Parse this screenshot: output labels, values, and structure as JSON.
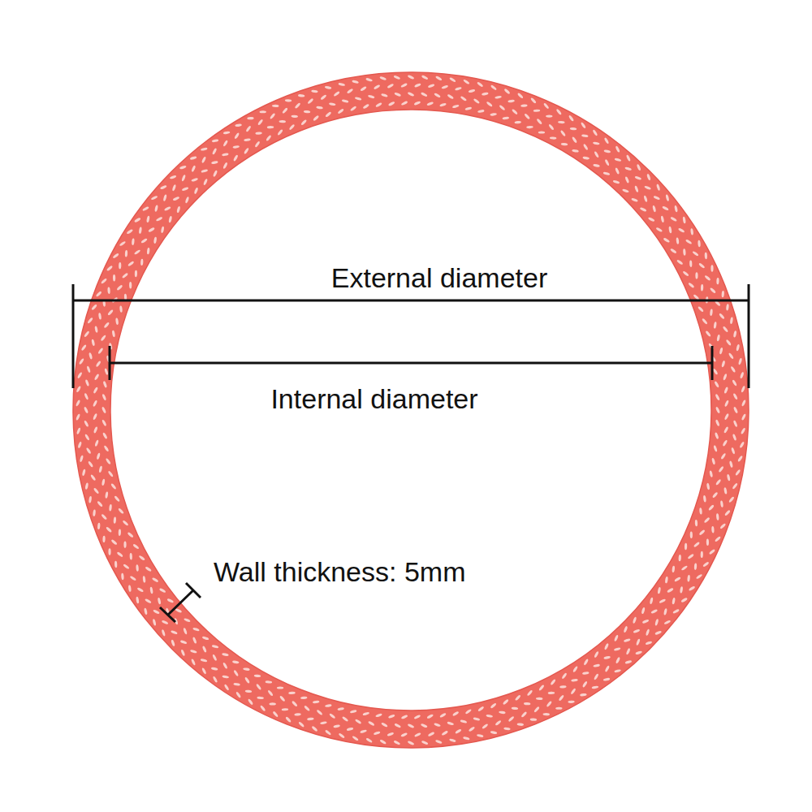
{
  "diagram": {
    "labels": [
      "External diameter",
      "Internal diameter",
      "Wall thickness: 5mm"
    ]
  }
}
